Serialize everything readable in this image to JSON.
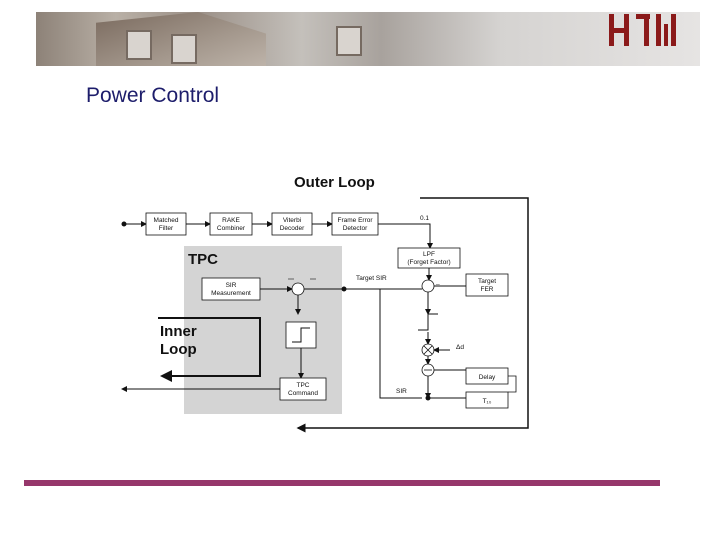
{
  "header": {
    "logo_text": "HTW"
  },
  "page": {
    "title": "Power Control"
  },
  "diagram": {
    "outer_loop_label": "Outer Loop",
    "tpc_label": "TPC",
    "inner_loop_label_1": "Inner",
    "inner_loop_label_2": "Loop",
    "blocks": {
      "matched_filter_1": "Matched",
      "matched_filter_2": "Filter",
      "rake_combiner_1": "RAKE",
      "rake_combiner_2": "Combiner",
      "viterbi_decoder_1": "Viterbi",
      "viterbi_decoder_2": "Decoder",
      "frame_error_detector_1": "Frame Error",
      "frame_error_detector_2": "Detector",
      "sir_measurement_1": "SIR",
      "sir_measurement_2": "Measurement",
      "tpc_command_1": "TPC",
      "tpc_command_2": "Command",
      "lpf_1": "LPF",
      "lpf_2": "(Forget Factor)",
      "target_fer_1": "Target",
      "target_fer_2": "FER",
      "delay": "Delay",
      "t_block": "T₁₀"
    },
    "labels": {
      "gain": "0.1",
      "target_sir": "Target SIR",
      "sir": "SIR",
      "delta": "Δd"
    }
  }
}
